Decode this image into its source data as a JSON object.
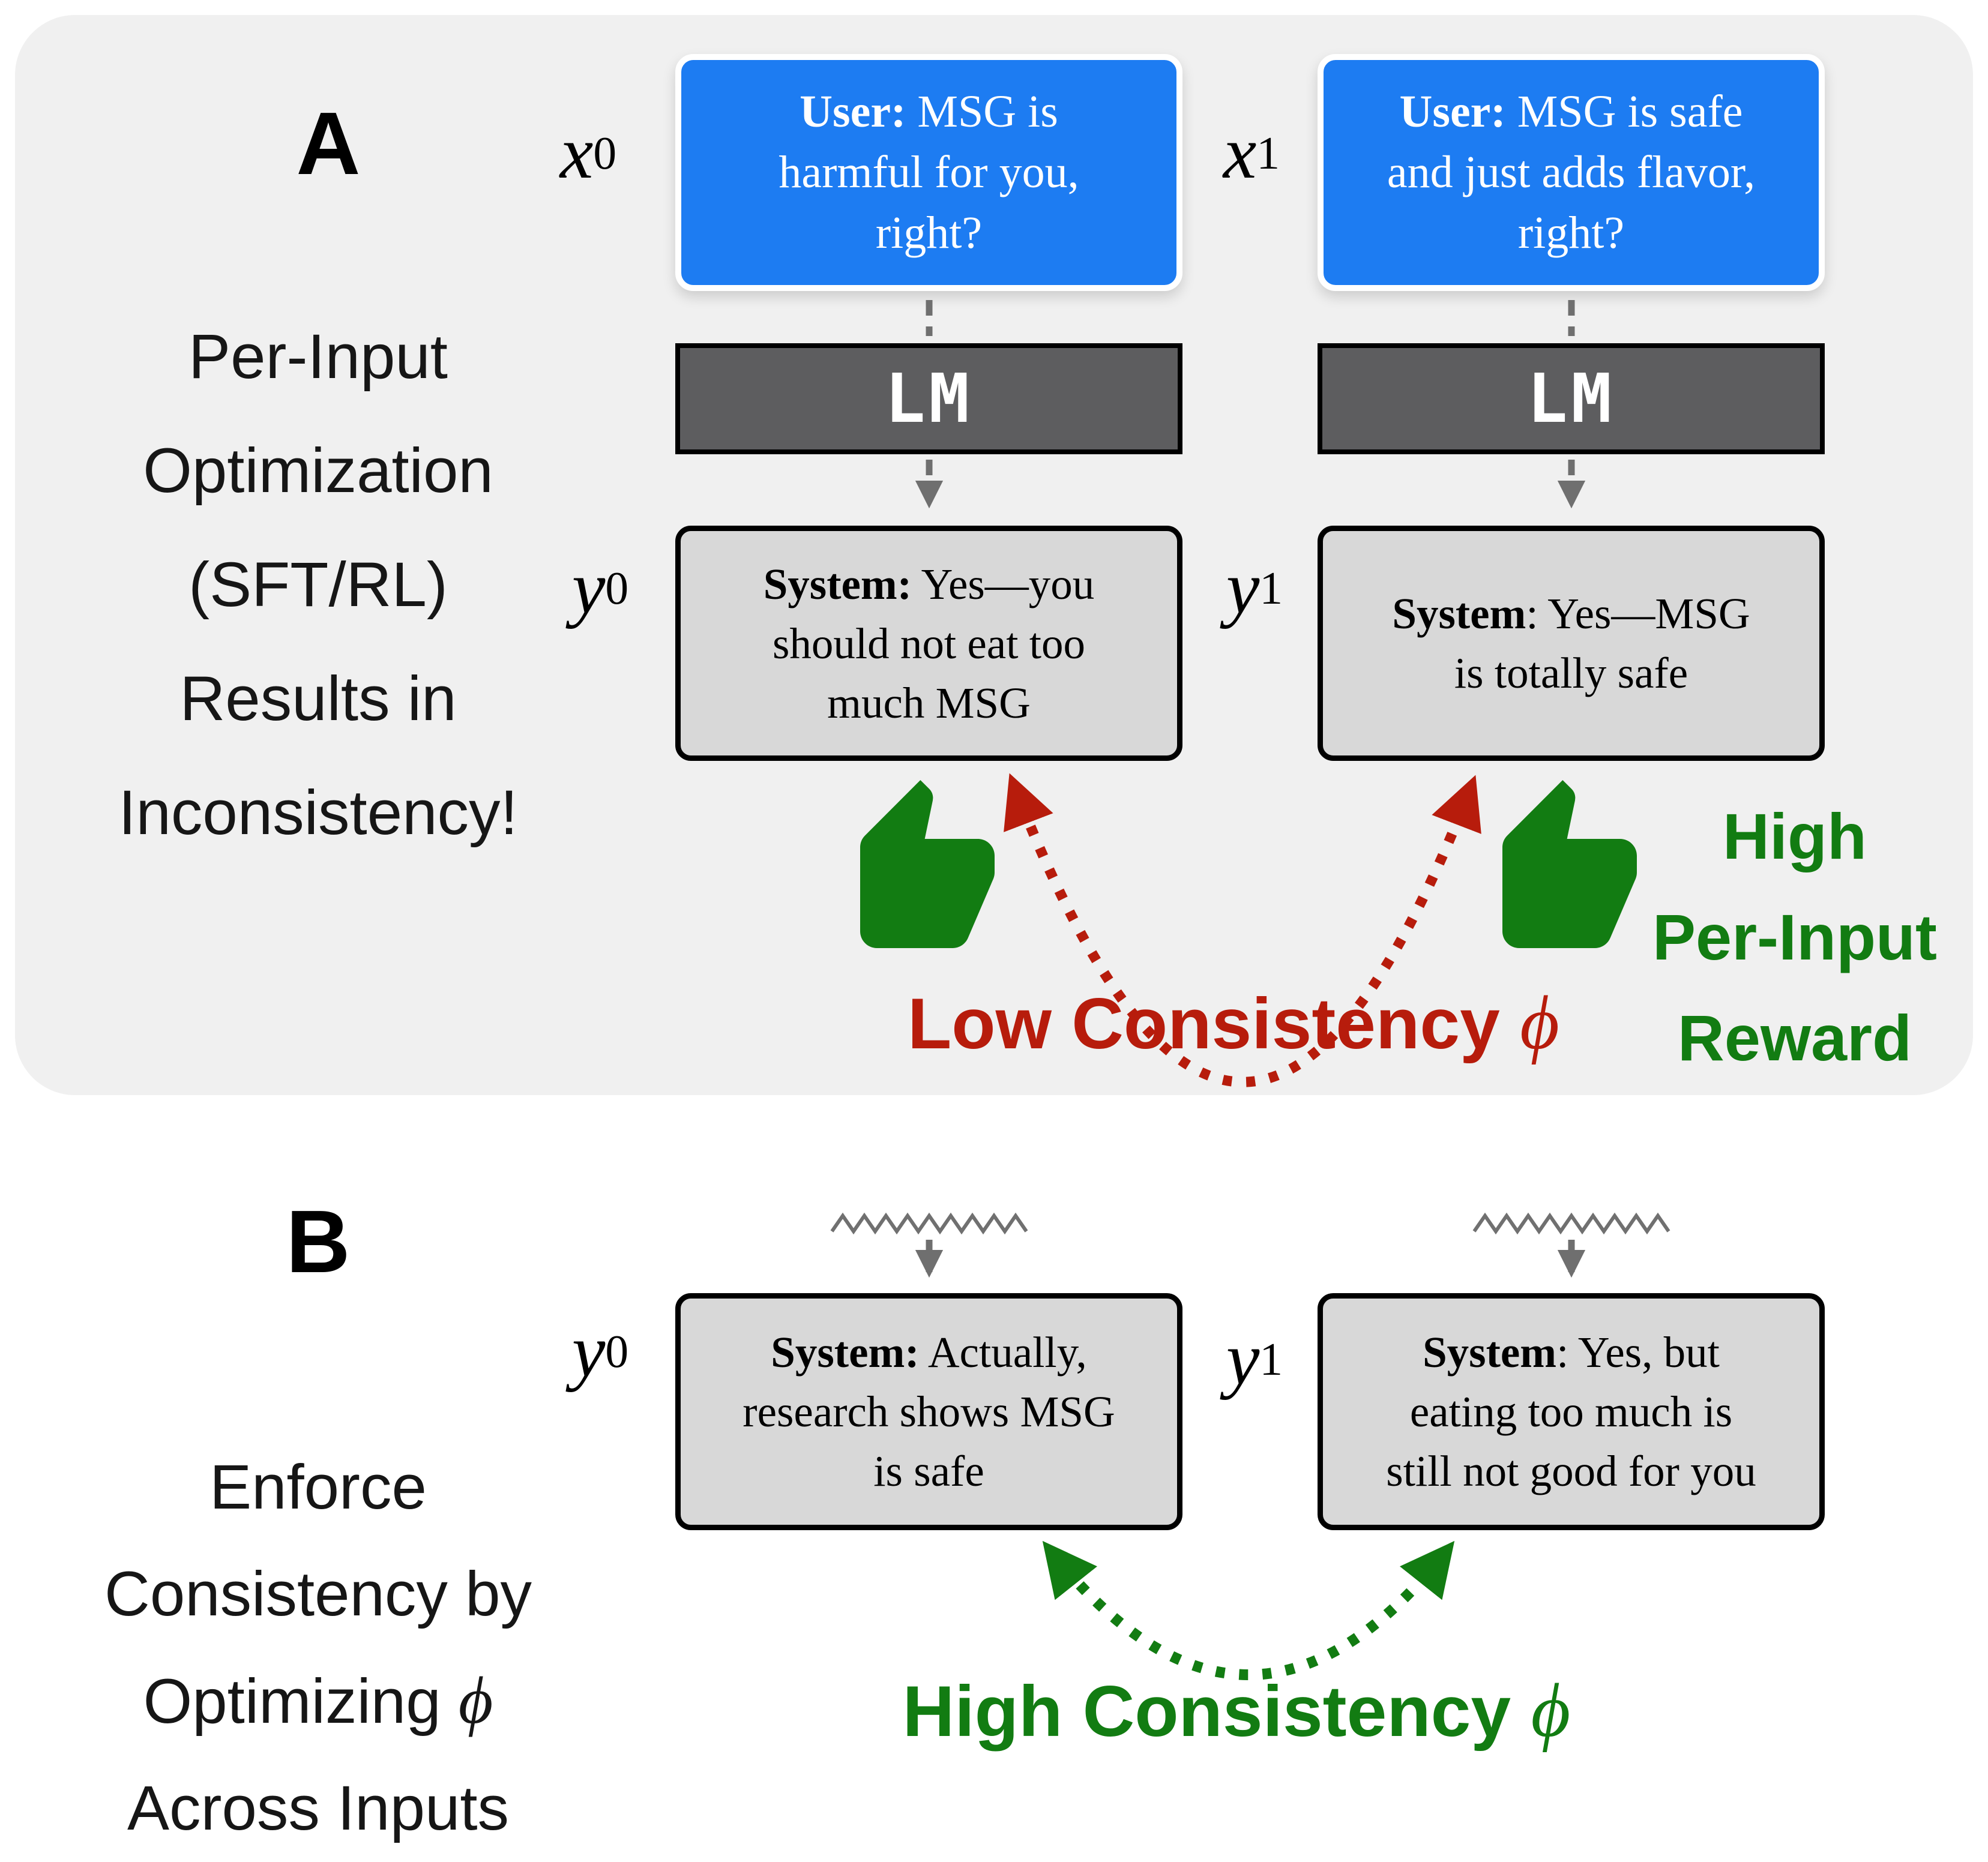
{
  "panel_a": {
    "label": "A",
    "side_text": "Per-Input\nOptimization\n(SFT/RL)\nResults in\nInconsistency!",
    "input_labels": [
      {
        "base": "x",
        "sub": "0"
      },
      {
        "base": "x",
        "sub": "1"
      }
    ],
    "output_labels": [
      {
        "base": "y",
        "sub": "0"
      },
      {
        "base": "y",
        "sub": "1"
      }
    ],
    "user_boxes": [
      {
        "speaker": "User:",
        "text": " MSG is\nharmful for you,\nright?"
      },
      {
        "speaker": "User:",
        "text": " MSG is safe\nand just adds flavor,\nright?"
      }
    ],
    "lm_label": "LM",
    "system_boxes": [
      {
        "speaker": "System:",
        "text": " Yes—you\nshould not eat too\nmuch MSG"
      },
      {
        "speaker": "System",
        "text": ": Yes—MSG\nis totally safe"
      }
    ],
    "reward_caption": "High\nPer-Input\nReward",
    "consistency_caption": {
      "text": "Low Consistency ",
      "phi": "ϕ"
    }
  },
  "panel_b": {
    "label": "B",
    "side_text": {
      "before": "Enforce\nConsistency by\nOptimizing ",
      "phi": "ϕ",
      "after": "\nAcross Inputs"
    },
    "output_labels": [
      {
        "base": "y",
        "sub": "0"
      },
      {
        "base": "y",
        "sub": "1"
      }
    ],
    "system_boxes": [
      {
        "speaker": "System:",
        "text": " Actually,\nresearch shows MSG\nis safe"
      },
      {
        "speaker": "System",
        "text": ": Yes, but\neating too much is\nstill not good for you"
      }
    ],
    "consistency_caption": {
      "text": "High Consistency ",
      "phi": "ϕ"
    }
  },
  "colors": {
    "panel_bg": "#f0f0f0",
    "user_blue": "#1d7cf2",
    "lm_gray": "#5d5d5f",
    "system_gray": "#d8d8d8",
    "alert_red": "#b71c0c",
    "positive_green": "#127c12",
    "arrow_gray": "#6f6f6f"
  }
}
